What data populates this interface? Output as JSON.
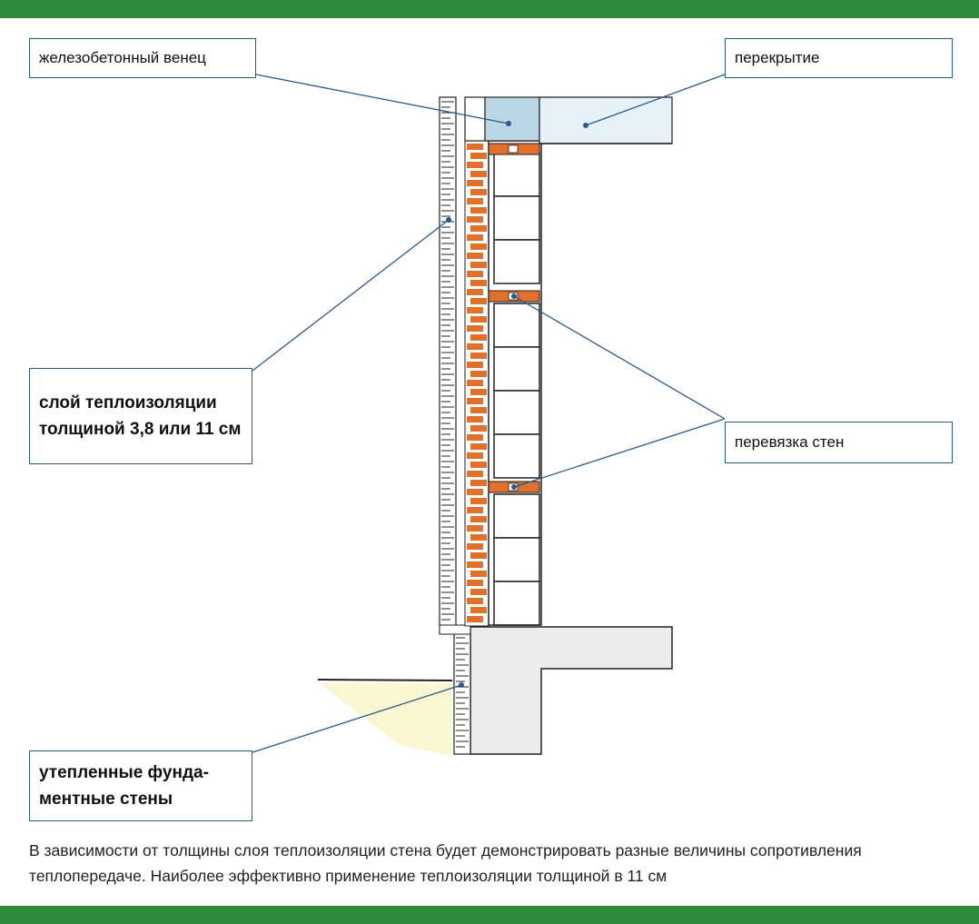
{
  "labels": {
    "ring_beam": "железобетонный венец",
    "floor_slab": "перекрытие",
    "insulation_layer": "слой теплоизоляции толщиной 3,8 или 11 см",
    "wall_tie": "перевязка стен",
    "foundation_walls": "утепленные фунда-\nментные стены"
  },
  "caption": "В зависимости от толщины слоя теплоизоляции стена будет демонстрировать разные величины сопротивления теплопередаче. Наиболее эффективно применение теплоизоляции толщиной в 11 см",
  "colors": {
    "frame_green": "#2e8b3a",
    "brick": "#e0702a",
    "leader_line": "#2a5a8a",
    "concrete_beam": "#b9d6e6",
    "slab": "#e6f2f8",
    "foundation": "#ececec",
    "soil": "#faf6d0"
  }
}
